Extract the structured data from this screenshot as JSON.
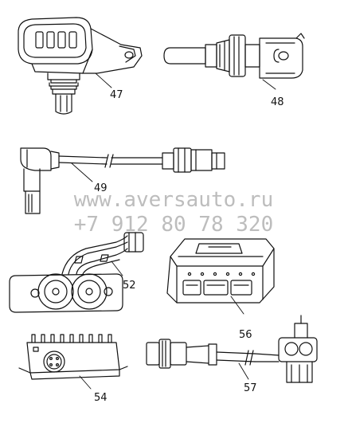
{
  "parts": [
    {
      "id": "sensor-47",
      "label": "47"
    },
    {
      "id": "sensor-48",
      "label": "48"
    },
    {
      "id": "sensor-49",
      "label": "49"
    },
    {
      "id": "module-52",
      "label": "52"
    },
    {
      "id": "module-54",
      "label": "54"
    },
    {
      "id": "ecu-56",
      "label": "56"
    },
    {
      "id": "sensor-57",
      "label": "57"
    }
  ],
  "watermark": {
    "site": "www.aversauto.ru",
    "phone": "+7 912 80 78 320",
    "color": "#bdbdbd"
  }
}
